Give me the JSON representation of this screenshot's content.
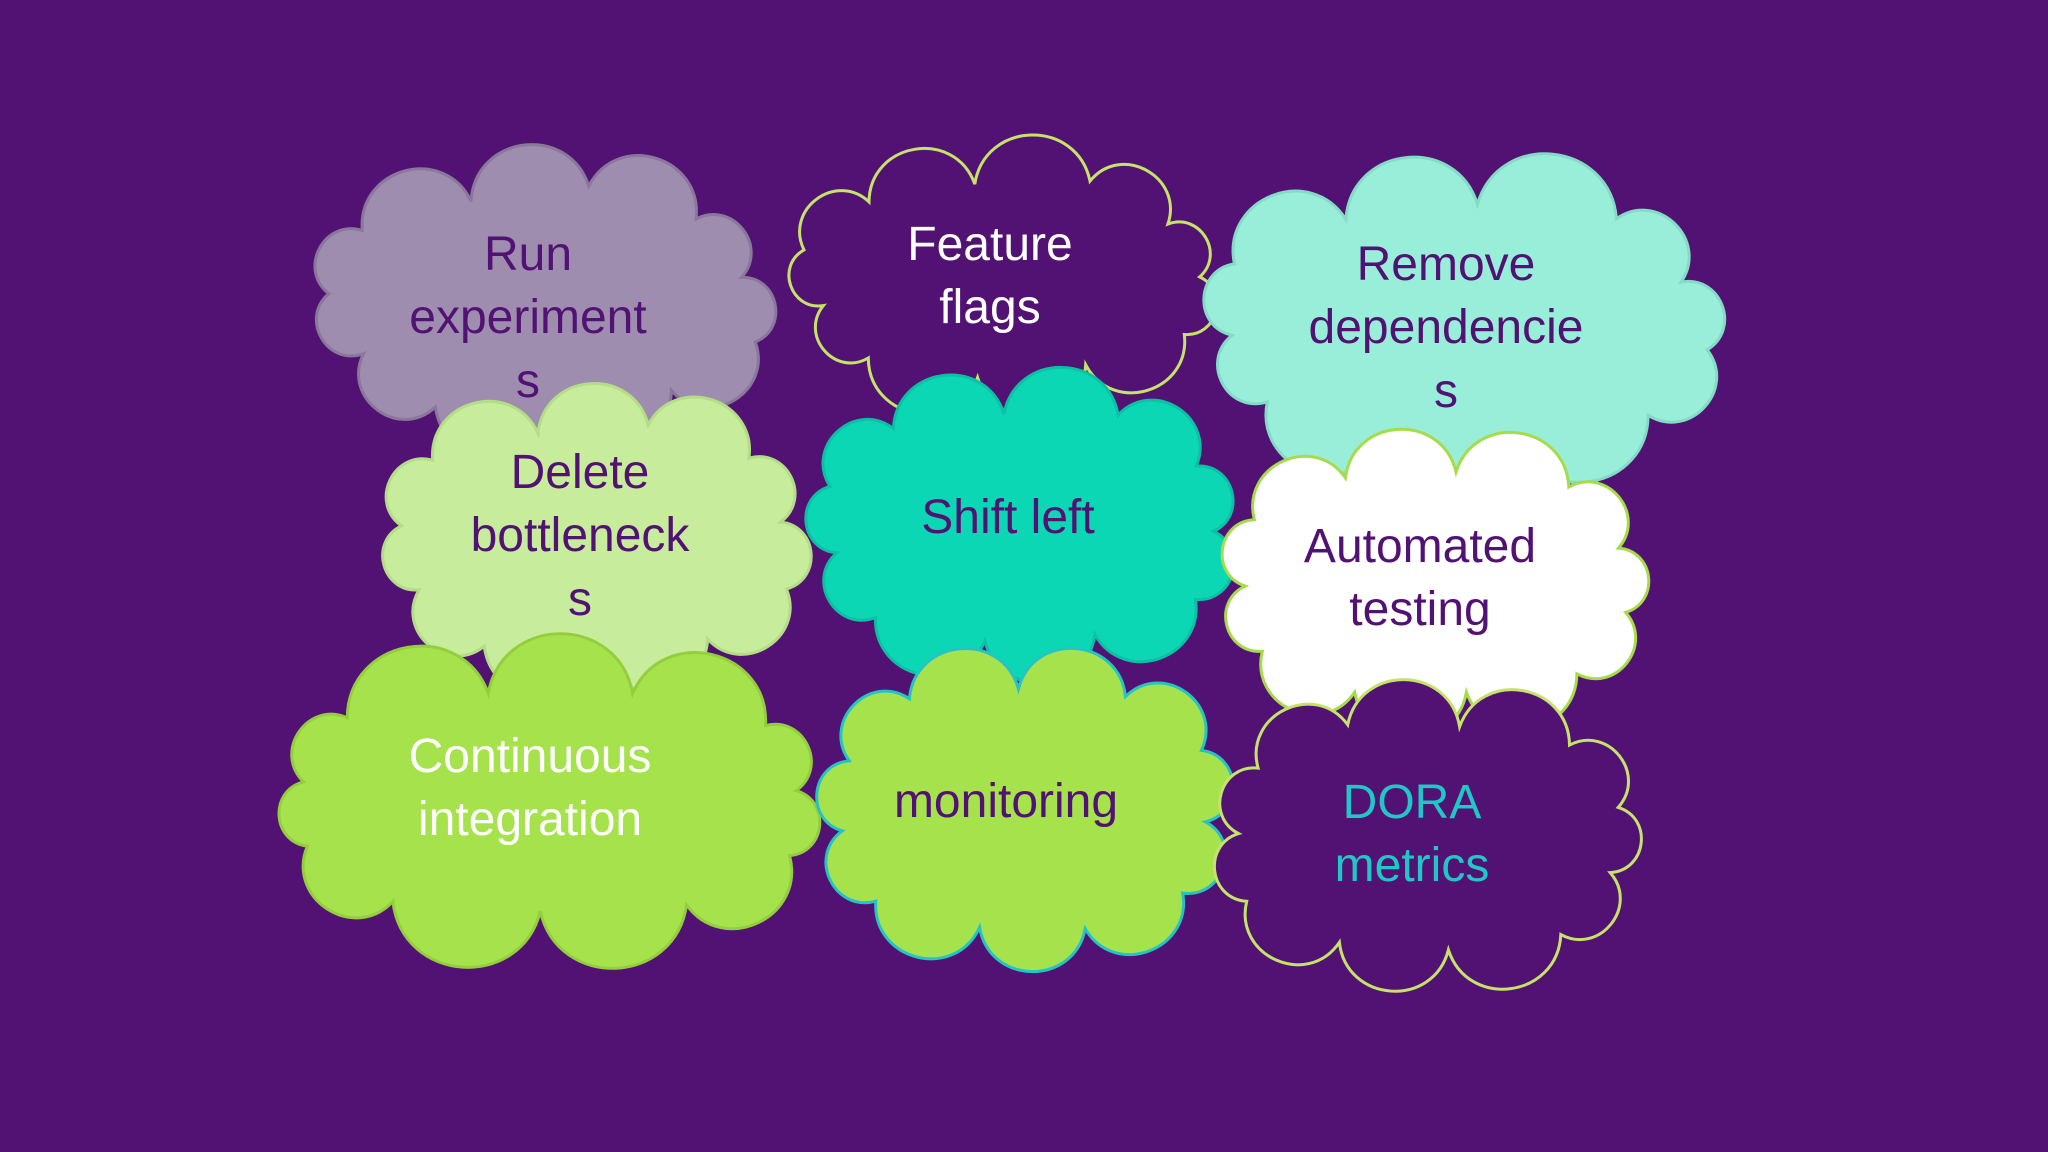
{
  "clouds": [
    {
      "id": "run-experiments",
      "lines": [
        "Run",
        "experiment",
        "s"
      ],
      "fill": "#9f8db0",
      "stroke": "#8a789c",
      "text_color": "#521273"
    },
    {
      "id": "feature-flags",
      "lines": [
        "Feature",
        "flags"
      ],
      "fill": "#521273",
      "stroke": "#c5e36a",
      "text_color": "#ffffff"
    },
    {
      "id": "remove-dependencies",
      "lines": [
        "Remove",
        "dependencie",
        "s"
      ],
      "fill": "#98eed9",
      "stroke": "#84dcc6",
      "text_color": "#521273"
    },
    {
      "id": "delete-bottlenecks",
      "lines": [
        "Delete",
        "bottleneck",
        "s"
      ],
      "fill": "#c6ec9c",
      "stroke": "#b4de86",
      "text_color": "#521273"
    },
    {
      "id": "shift-left",
      "lines": [
        "Shift left"
      ],
      "fill": "#0cd7b5",
      "stroke": "#0ac2a3",
      "text_color": "#521273"
    },
    {
      "id": "automated-testing",
      "lines": [
        "Automated",
        "testing"
      ],
      "fill": "#ffffff",
      "stroke": "#a6dc4a",
      "text_color": "#521273"
    },
    {
      "id": "continuous-integration",
      "lines": [
        "Continuous",
        "integration"
      ],
      "fill": "#a6e24c",
      "stroke": "#93cf3d",
      "text_color": "#ffffff"
    },
    {
      "id": "monitoring",
      "lines": [
        "monitoring"
      ],
      "fill": "#a6e24c",
      "stroke": "#25c4c4",
      "text_color": "#521273"
    },
    {
      "id": "dora-metrics",
      "lines": [
        "DORA",
        "metrics"
      ],
      "fill": "#521273",
      "stroke": "#c5e36a",
      "text_color": "#20c7c7"
    }
  ]
}
